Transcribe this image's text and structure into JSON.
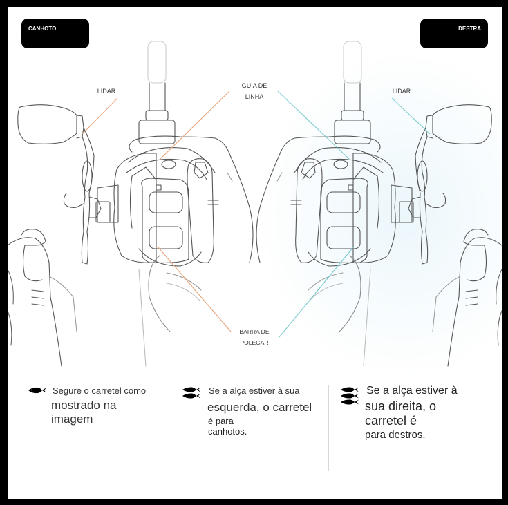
{
  "badges": {
    "left": "CANHOTO",
    "right": "DESTRA"
  },
  "labels": {
    "handle_left": "LIDAR",
    "handle_right": "LIDAR",
    "line_guide_1": "GUIA DE",
    "line_guide_2": "LINHA",
    "thumb_bar_1": "BARRA DE",
    "thumb_bar_2": "POLEGAR"
  },
  "colors": {
    "left_callout": "#e8a67e",
    "right_callout": "#7ccccf"
  },
  "instructions": [
    {
      "icon": "fish-icon-single",
      "line1": "Segure o carretel como",
      "line2": "mostrado na",
      "line3": "imagem"
    },
    {
      "icon": "fish-icon-double",
      "line1": "Se a alça estiver à sua",
      "line2": "esquerda, o carretel",
      "line3": "é para canhotos."
    },
    {
      "icon": "fish-icon-triple",
      "line1": "Se a alça estiver à",
      "line2": "sua direita, o",
      "line3": "carretel é",
      "line4": "para destros."
    }
  ]
}
